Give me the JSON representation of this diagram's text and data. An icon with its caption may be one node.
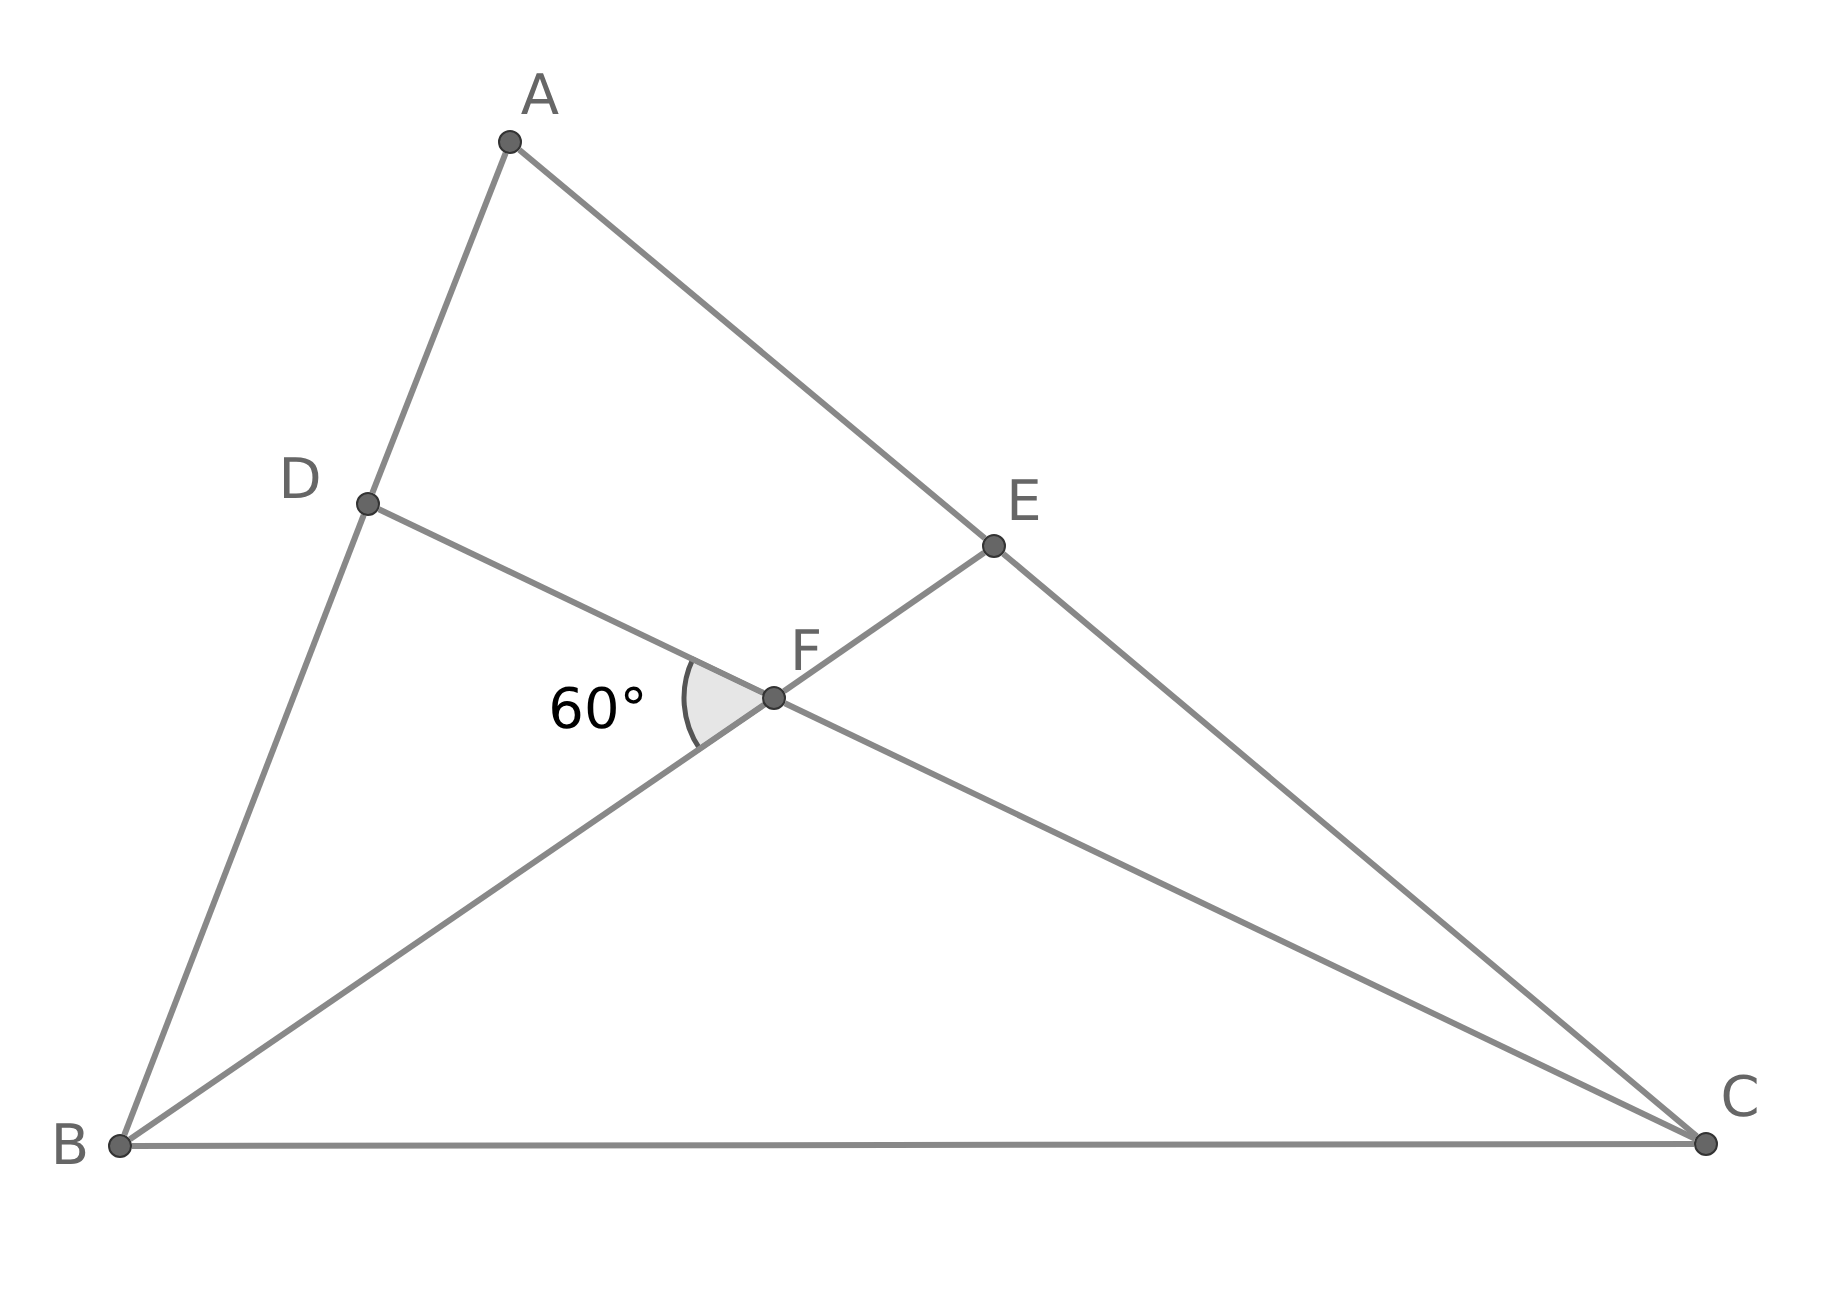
{
  "diagram": {
    "nodes": [
      {
        "text": [
          "A"
        ]
      },
      {
        "text": [
          "B"
        ]
      },
      {
        "text": [
          "C"
        ]
      },
      {
        "text": [
          "D"
        ]
      },
      {
        "text": [
          "E"
        ]
      },
      {
        "text": [
          "F"
        ]
      }
    ],
    "edges": [
      {
        "from": 0,
        "to": 3,
        "arrow": "none"
      },
      {
        "from": 3,
        "to": 1,
        "arrow": "none"
      },
      {
        "from": 0,
        "to": 4,
        "arrow": "none"
      },
      {
        "from": 4,
        "to": 2,
        "arrow": "none"
      },
      {
        "from": 1,
        "to": 2,
        "arrow": "none"
      },
      {
        "from": 3,
        "to": 5,
        "arrow": "none"
      },
      {
        "from": 5,
        "to": 2,
        "arrow": "none"
      },
      {
        "from": 1,
        "to": 5,
        "arrow": "none"
      },
      {
        "from": 5,
        "to": 4,
        "arrow": "none"
      }
    ],
    "labels": [
      "60°"
    ]
  }
}
